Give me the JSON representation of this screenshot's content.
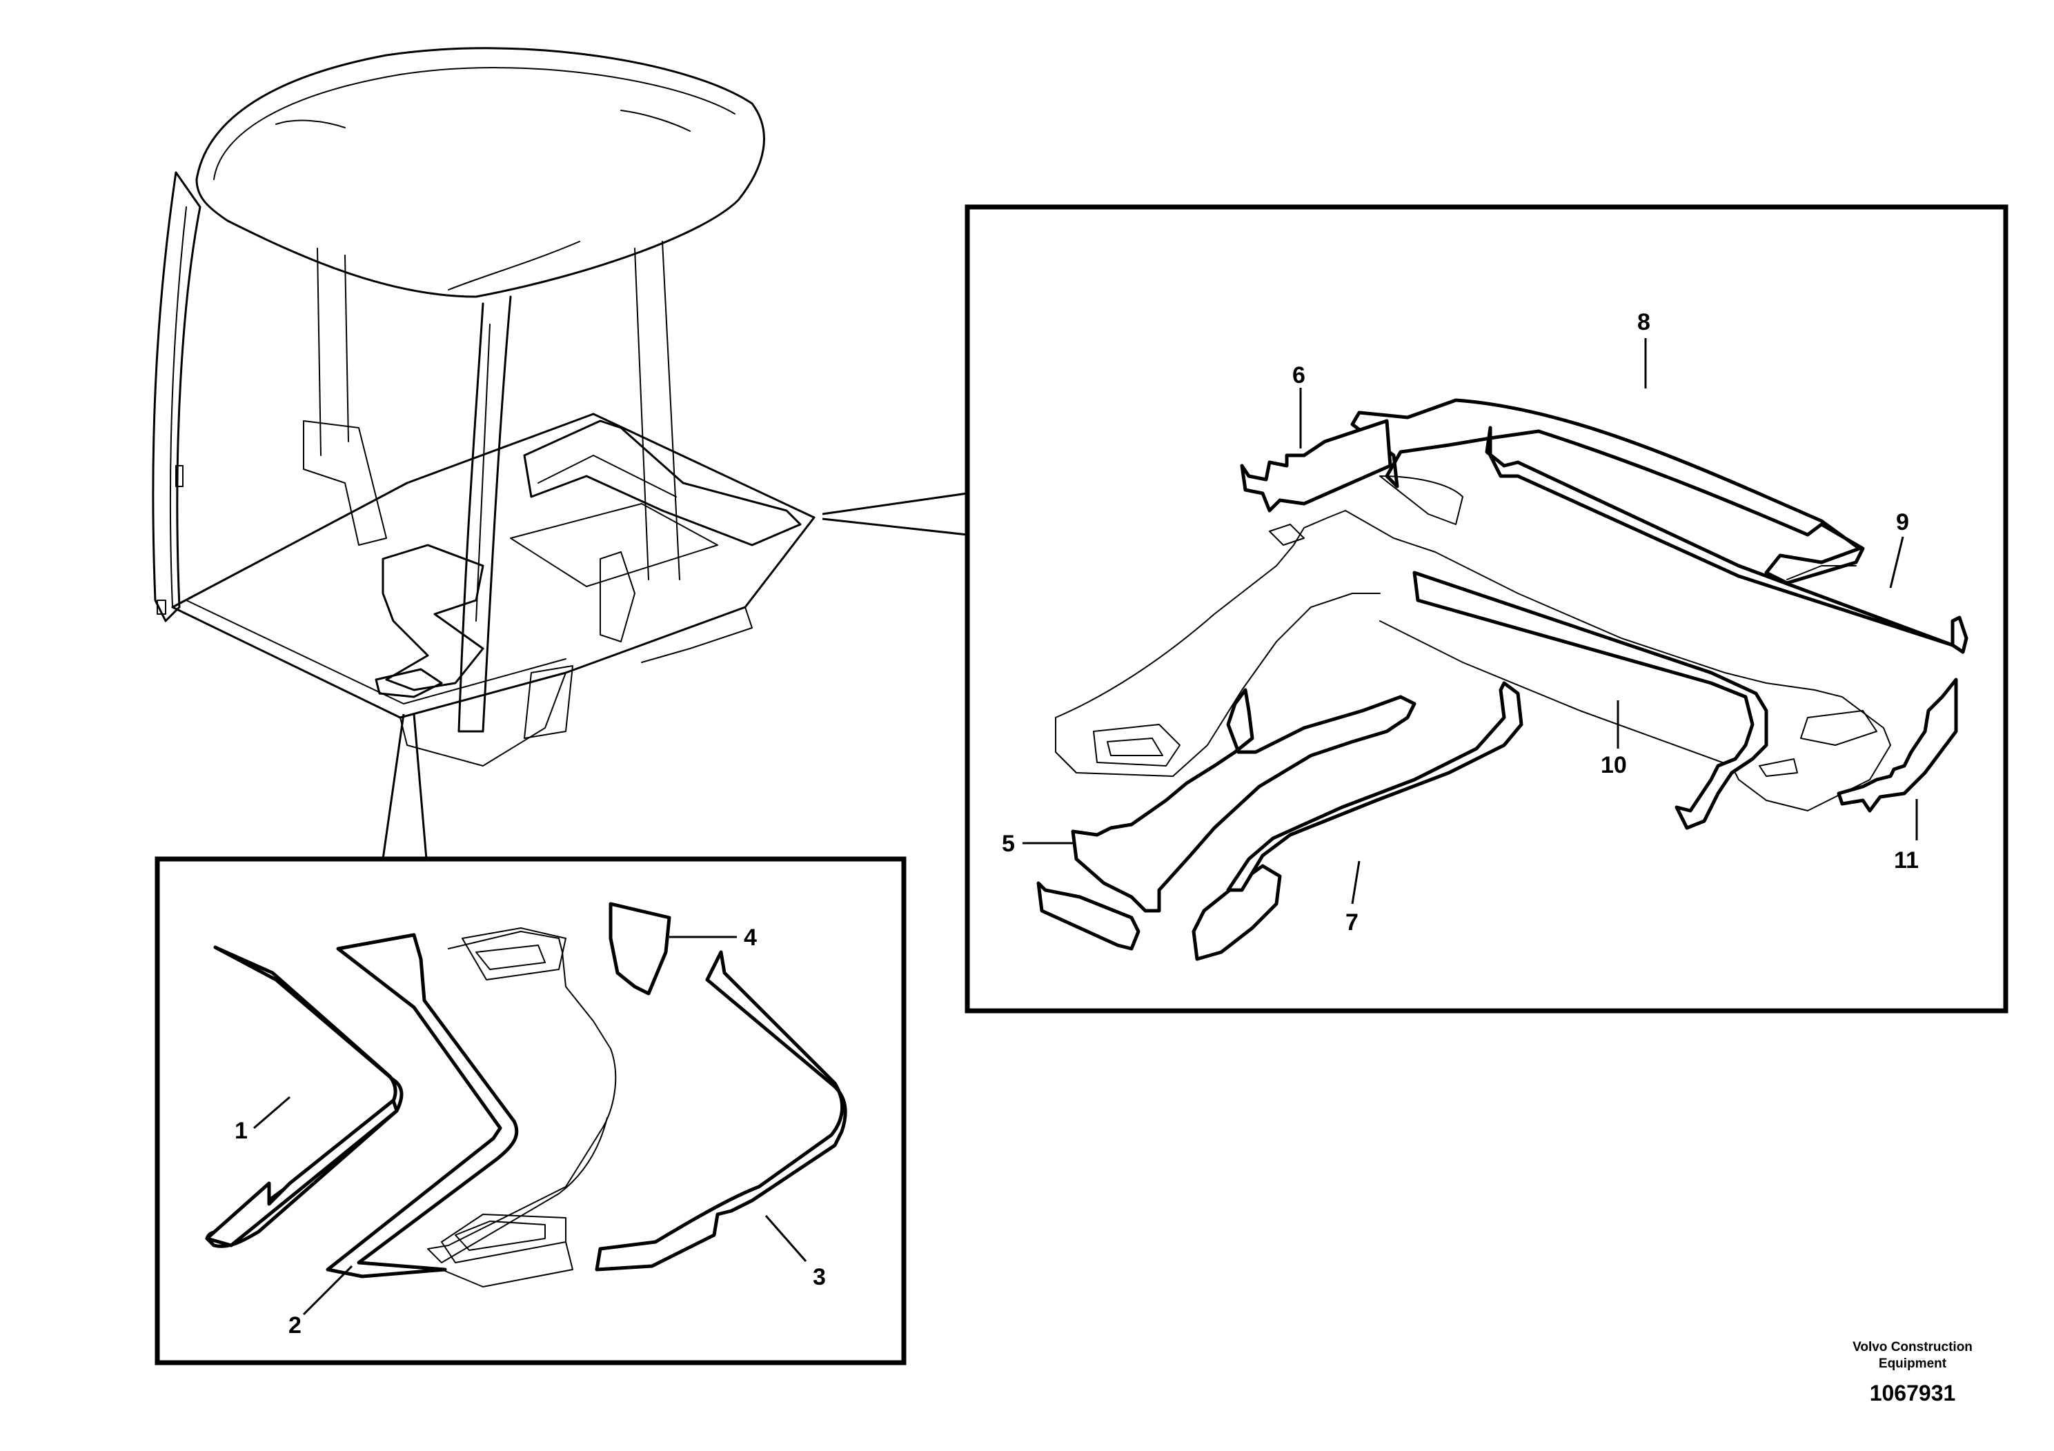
{
  "callouts": [
    "1",
    "2",
    "3",
    "4",
    "5",
    "6",
    "7",
    "8",
    "9",
    "10",
    "11"
  ],
  "footer": {
    "brand_line1": "Volvo Construction",
    "brand_line2": "Equipment",
    "doc_number": "1067931"
  }
}
